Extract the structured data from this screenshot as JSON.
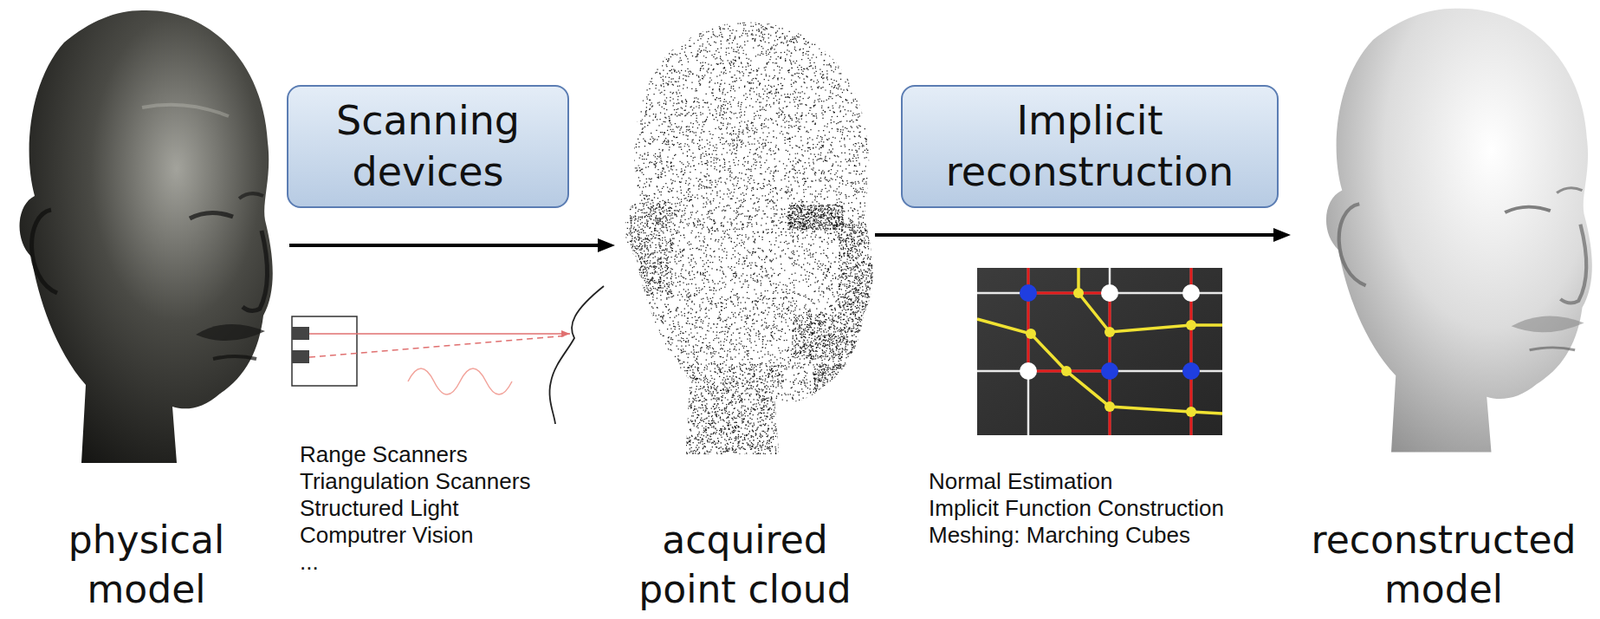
{
  "diagram": {
    "nodes": [
      {
        "text": [
          "physical model"
        ]
      },
      {
        "text": [
          "Scanning devices"
        ]
      },
      {
        "text": [
          "acquired point cloud"
        ]
      },
      {
        "text": [
          "Implicit reconstruction"
        ]
      },
      {
        "text": [
          "reconstructed model"
        ]
      }
    ],
    "edges": [
      {
        "from": 0,
        "to": 2,
        "arrow": "to"
      },
      {
        "from": 2,
        "to": 4,
        "arrow": "to"
      }
    ],
    "labels": [
      "Range Scanners",
      "Triangulation Scanners",
      "Structured Light",
      "Computrer Vision",
      "...",
      "Normal Estimation",
      "Implicit Function Construction",
      "Meshing: Marching Cubes"
    ]
  }
}
